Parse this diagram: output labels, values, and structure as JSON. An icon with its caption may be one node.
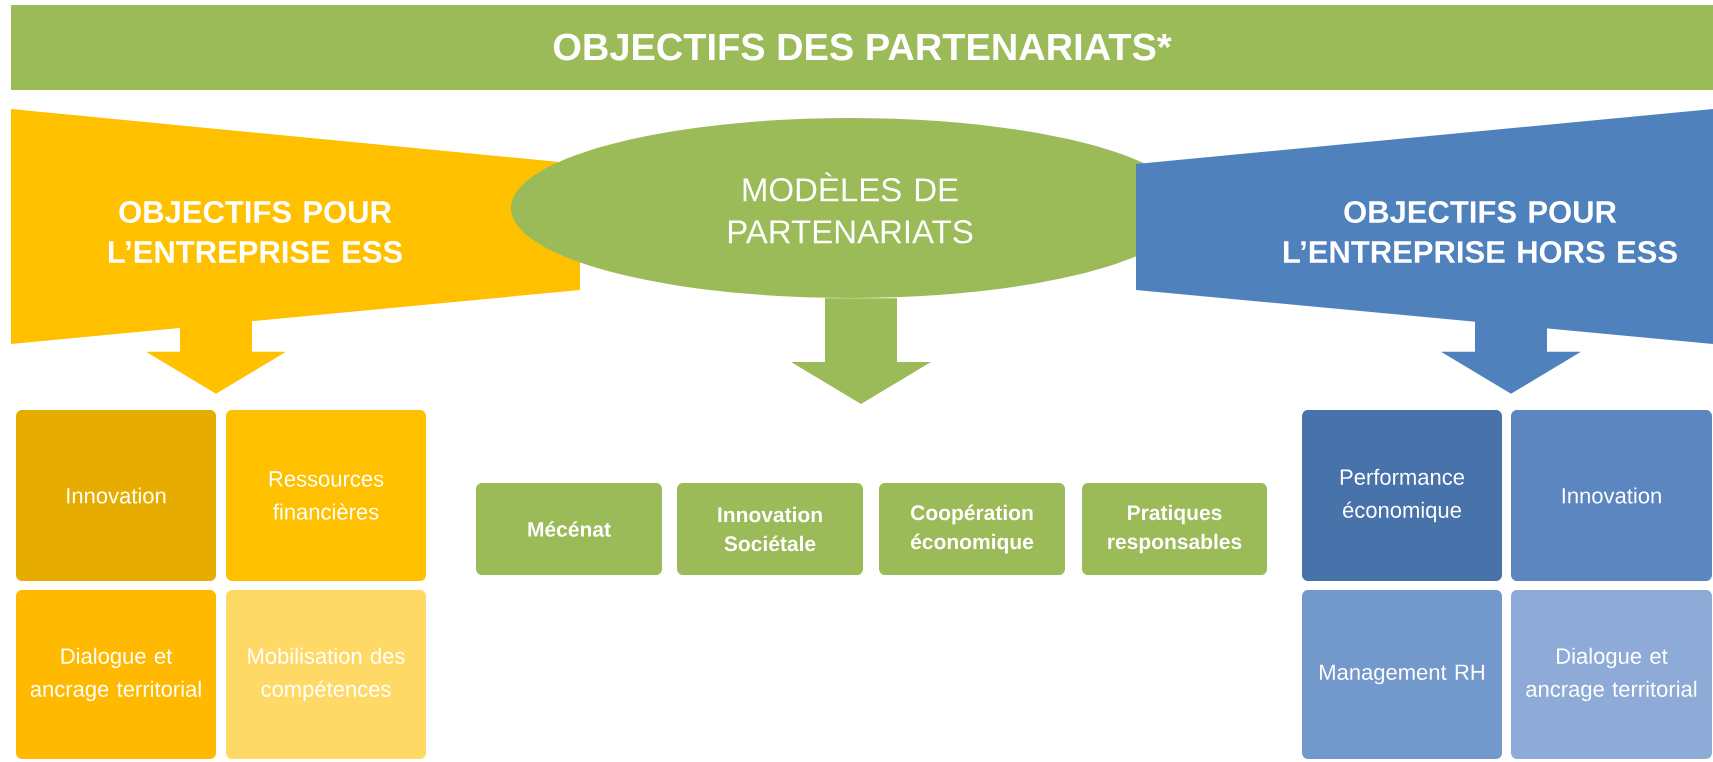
{
  "diagram": {
    "title": "OBJECTIFS DES PARTENARIATS*",
    "nodes": [
      {
        "text": [
          "OBJECTIFS POUR L’ENTREPRISE ESS"
        ]
      },
      {
        "text": [
          "MODÈLES DE PARTENARIATS"
        ]
      },
      {
        "text": [
          "OBJECTIFS POUR L’ENTREPRISE HORS ESS"
        ]
      },
      {
        "text": [
          "Innovation"
        ]
      },
      {
        "text": [
          "Ressources financières"
        ]
      },
      {
        "text": [
          "Dialogue et ancrage territorial"
        ]
      },
      {
        "text": [
          "Mobilisation des compétences"
        ]
      },
      {
        "text": [
          "Mécénat"
        ]
      },
      {
        "text": [
          "Innovation Sociétale"
        ]
      },
      {
        "text": [
          "Coopération économique"
        ]
      },
      {
        "text": [
          "Pratiques responsables"
        ]
      },
      {
        "text": [
          "Performance économique"
        ]
      },
      {
        "text": [
          "Innovation"
        ]
      },
      {
        "text": [
          "Management RH"
        ]
      },
      {
        "text": [
          "Dialogue et ancrage territorial"
        ]
      }
    ],
    "edges": [
      {
        "from": 0,
        "to": 3,
        "arrow": "to",
        "color": "#ffc000"
      },
      {
        "from": 1,
        "to": null,
        "arrow": "to",
        "color": "#9bbb59"
      },
      {
        "from": 2,
        "to": 12,
        "arrow": "to",
        "color": "#4f81bd"
      }
    ]
  }
}
